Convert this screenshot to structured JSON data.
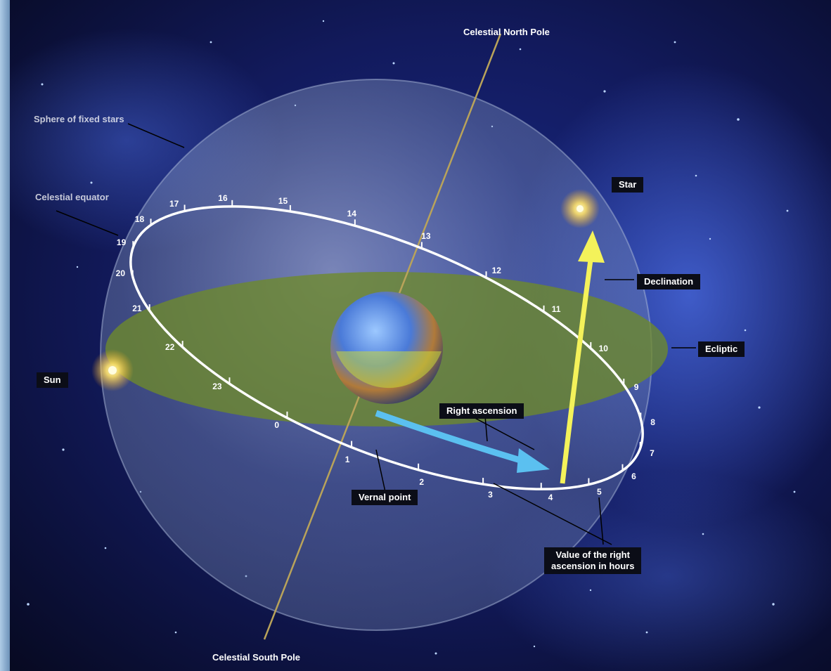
{
  "labels": {
    "north_pole": "Celestial North Pole",
    "south_pole": "Celestial South Pole",
    "sphere": "Sphere of fixed stars",
    "equator": "Celestial equator",
    "star": "Star",
    "declination": "Declination",
    "ecliptic": "Ecliptic",
    "sun": "Sun",
    "right_ascension": "Right ascension",
    "vernal_point": "Vernal point",
    "value_ra_line1": "Value of the right",
    "value_ra_line2": "ascension in hours"
  },
  "hours": [
    "0",
    "1",
    "2",
    "3",
    "4",
    "5",
    "6",
    "7",
    "8",
    "9",
    "10",
    "11",
    "12",
    "13",
    "14",
    "15",
    "16",
    "17",
    "18",
    "19",
    "20",
    "21",
    "22",
    "23"
  ],
  "colors": {
    "space": "#0a0e2a",
    "nebula": "#2a3fb5",
    "sphere": "#8fa3c8",
    "ecliptic": "#6e8a2a",
    "axis": "#b9a35a",
    "equator": "#ffffff",
    "declination_arrow": "#f4f25a",
    "ra_arrow": "#5bc0f0",
    "label_box": "#0b0d17"
  }
}
